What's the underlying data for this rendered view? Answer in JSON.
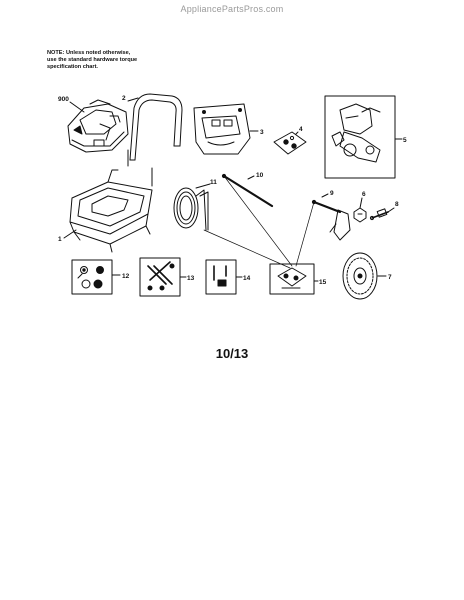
{
  "watermark": "AppliancePartsPros.com",
  "note": {
    "line1": "NOTE: Unless noted otherwise,",
    "line2": "use the standard hardware torque",
    "line3": "specification chart."
  },
  "callouts": {
    "engine": "900",
    "handle": "2",
    "frame": "1",
    "panel": "3",
    "bracket": "4",
    "pump": "5",
    "cap": "6",
    "wheel": "7",
    "valve": "8",
    "gun": "9",
    "wand": "10",
    "hose": "11",
    "kit12": "12",
    "kit13": "13",
    "kit14": "14",
    "kit15": "15"
  },
  "page_number": "10/13"
}
